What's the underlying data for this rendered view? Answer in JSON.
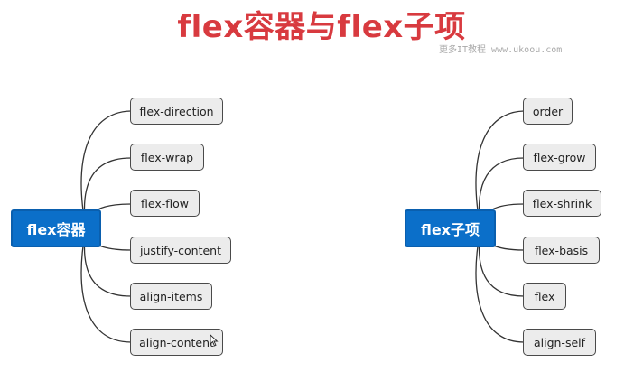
{
  "title": "flex容器与flex子项",
  "watermark": "更多IT教程 www.ukoou.com",
  "colors": {
    "title": "#d83a3f",
    "root_bg": "#0b6fc9",
    "node_bg": "#ececec",
    "node_border": "#4a4a4a",
    "link": "#333333"
  },
  "left_tree": {
    "root": "flex容器",
    "children": [
      "flex-direction",
      "flex-wrap",
      "flex-flow",
      "justify-content",
      "align-items",
      "align-content"
    ]
  },
  "right_tree": {
    "root": "flex子项",
    "children": [
      "order",
      "flex-grow",
      "flex-shrink",
      "flex-basis",
      "flex",
      "align-self"
    ]
  }
}
